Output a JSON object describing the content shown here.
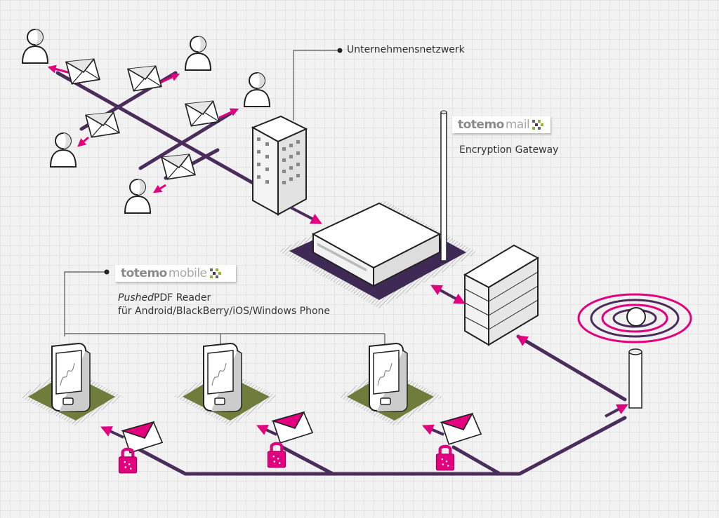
{
  "network_label": "Unternehmensnetzwerk",
  "gateway": {
    "logo_brand": "totemo",
    "logo_product": "mail",
    "caption": "Encryption Gateway"
  },
  "mobile": {
    "logo_brand": "totemo",
    "logo_product": "mobile",
    "caption_italic": "Pushed",
    "caption_rest": "PDF Reader",
    "caption_line2": "für Android/BlackBerry/iOS/Windows Phone"
  },
  "colors": {
    "network_line": "#4b2d5c",
    "arrow_magenta": "#e3007e",
    "mobile_pad": "#6e7c3c",
    "gateway_pad": "#3f2a55",
    "signal_rings": "#e3007e",
    "logo_accent": "#8bb33a"
  },
  "icons": [
    "user-icon",
    "envelope-icon",
    "office-building-icon",
    "gateway-appliance-icon",
    "firewall-icon",
    "antenna-tower-icon",
    "smartphone-icon",
    "encrypted-envelope-icon",
    "padlock-icon"
  ]
}
